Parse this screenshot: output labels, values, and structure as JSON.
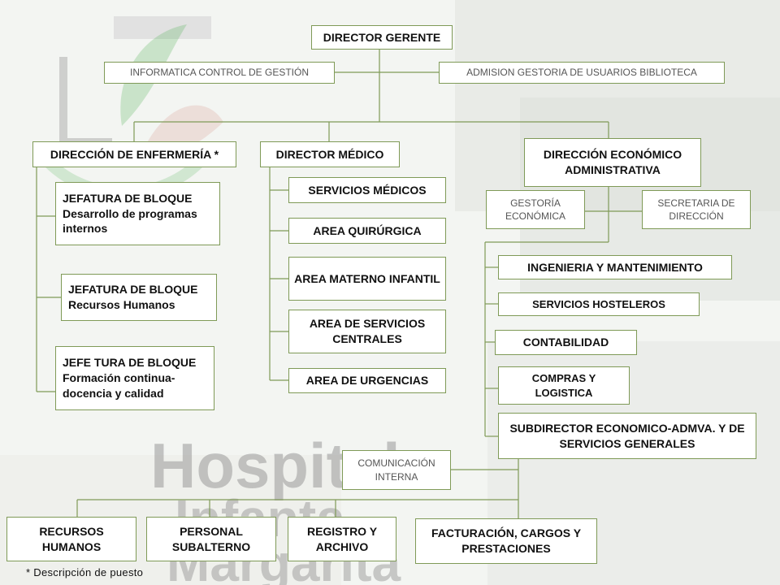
{
  "colors": {
    "box_border": "#7f9a57",
    "connector": "#7f9a57",
    "box_fill": "#ffffff",
    "watermark": "#9a9a9a",
    "logo_green": "#4caf50",
    "logo_red": "#c0392b"
  },
  "background": {
    "watermark_text": [
      "Hospital",
      "Infanta",
      "Margarita"
    ]
  },
  "nodes": {
    "director_gerente": "DIRECTOR GERENTE",
    "informatica": "INFORMATICA CONTROL DE GESTIÓN",
    "admision": "ADMISION GESTORIA DE USUARIOS BIBLIOTECA",
    "dir_enfermeria": "DIRECCIÓN DE ENFERMERÍA *",
    "director_medico": "DIRECTOR MÉDICO",
    "dir_economico": "DIRECCIÓN ECONÓMICO ADMINISTRATIVA",
    "jef_bloque_1": "JEFATURA DE BLOQUE",
    "jef_bloque_1_sub": "Desarrollo de programas internos",
    "jef_bloque_2": "JEFATURA DE BLOQUE",
    "jef_bloque_2_sub": "Recursos Humanos",
    "jef_bloque_3": "JEFE TURA DE BLOQUE",
    "jef_bloque_3_sub": "Formación continua- docencia y calidad",
    "servicios_medicos": "SERVICIOS MÉDICOS",
    "area_quirurgica": "AREA QUIRÚRGICA",
    "area_materno": "AREA MATERNO INFANTIL",
    "area_servicios_centrales": "AREA DE SERVICIOS CENTRALES",
    "area_urgencias": "AREA DE URGENCIAS",
    "gestoria_economica": "GESTORÍA ECONÓMICA",
    "secretaria_direccion": "SECRETARIA DE DIRECCIÓN",
    "ingenieria": "INGENIERIA Y MANTENIMIENTO",
    "servicios_hosteleros": "SERVICIOS HOSTELEROS",
    "contabilidad": "CONTABILIDAD",
    "compras": "COMPRAS Y LOGISTICA",
    "subdirector": "SUBDIRECTOR ECONOMICO-ADMVA. Y DE SERVICIOS GENERALES",
    "comunicacion": "COMUNICACIÓN INTERNA",
    "recursos_humanos": "RECURSOS HUMANOS",
    "personal_subalterno": "PERSONAL SUBALTERNO",
    "registro_archivo": "REGISTRO Y ARCHIVO",
    "facturacion": "FACTURACIÓN, CARGOS Y PRESTACIONES"
  },
  "footnote": "* Descripción de puesto"
}
